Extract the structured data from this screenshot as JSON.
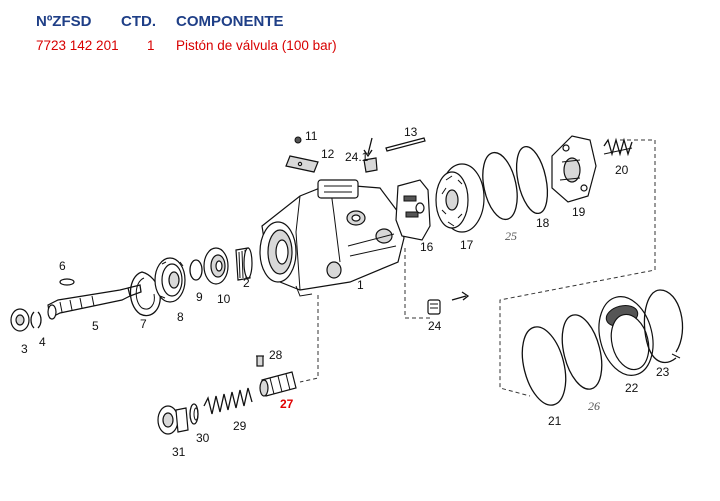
{
  "header": {
    "col_part": "NºZFSD",
    "col_qty": "CTD.",
    "col_component": "COMPONENTE"
  },
  "row": {
    "part": "7723 142 201",
    "qty": "1",
    "component": "Pistón de válvula (100 bar)"
  },
  "labels": {
    "p1": "1",
    "p2": "2",
    "p3": "3",
    "p4": "4",
    "p5": "5",
    "p6": "6",
    "p7": "7",
    "p8": "8",
    "p9": "9",
    "p10": "10",
    "p11": "11",
    "p12": "12",
    "p13": "13",
    "p16": "16",
    "p17": "17",
    "p18": "18",
    "p19": "19",
    "p20": "20",
    "p21": "21",
    "p22": "22",
    "p23": "23",
    "p24": "24",
    "p24_1": "24.1",
    "p25": "25",
    "p26": "26",
    "p27": "27",
    "p28": "28",
    "p29": "29",
    "p30": "30",
    "p31": "31"
  },
  "highlight_color": "#e00000",
  "header_color": "#1f3f87"
}
